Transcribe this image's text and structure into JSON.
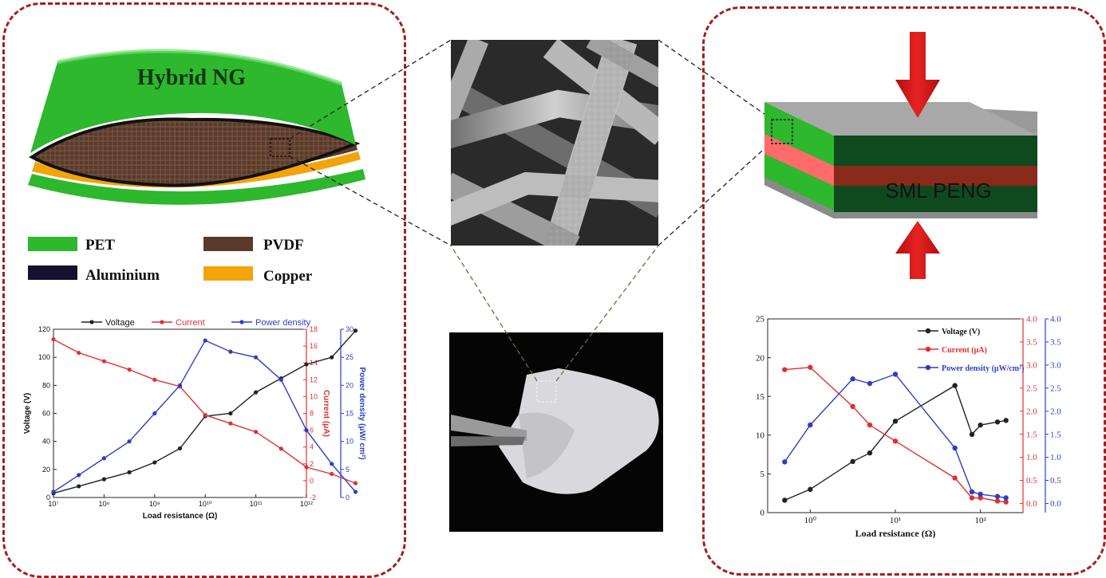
{
  "hybrid_ng": {
    "title": "Hybrid NG",
    "legend": [
      {
        "label": "PET",
        "color": "#2db82d"
      },
      {
        "label": "PVDF",
        "color": "#5a3a2a"
      },
      {
        "label": "Aluminium",
        "color": "#14122e"
      },
      {
        "label": "Copper",
        "color": "#f2a40a"
      }
    ]
  },
  "sml_peng": {
    "title": "SML PENG"
  },
  "chart_data": [
    {
      "type": "line",
      "legend": [
        "Voltage",
        "Current",
        "Power density"
      ],
      "xlabel": "Load resistance (Ω)",
      "ylabel_left": "Voltage (V)",
      "ylabel_right1": "Current (μA)",
      "ylabel_right2": "Power density (μW/ cm²)",
      "x_scale": "log",
      "x_ticks": [
        "10⁷",
        "10⁸",
        "10⁹",
        "10¹⁰",
        "10¹¹",
        "10¹²"
      ],
      "x_range": [
        7,
        12
      ],
      "ylim_left": [
        0,
        120
      ],
      "ylim_right1": [
        -2,
        18
      ],
      "ylim_right2": [
        0,
        30
      ],
      "y_ticks_left": [
        "0",
        "20",
        "40",
        "60",
        "80",
        "100",
        "120"
      ],
      "y_ticks_right1": [
        "-2",
        "0",
        "2",
        "4",
        "6",
        "8",
        "10",
        "12",
        "14",
        "16",
        "18"
      ],
      "y_ticks_right2": [
        "0",
        "5",
        "10",
        "15",
        "20",
        "25",
        "30"
      ],
      "series": [
        {
          "name": "Voltage",
          "color": "#222222",
          "axis": "left",
          "x": [
            7,
            7.5,
            8,
            8.5,
            9,
            9.5,
            10,
            10.5,
            11,
            11.5,
            12,
            12.5,
            12.97
          ],
          "y": [
            3,
            8,
            13,
            18,
            25,
            35,
            58,
            60,
            75,
            85,
            95,
            100,
            119
          ]
        },
        {
          "name": "Current",
          "color": "#e03030",
          "axis": "right1",
          "x": [
            7,
            7.5,
            8,
            8.5,
            9,
            9.5,
            10,
            10.5,
            11,
            11.5,
            12,
            12.5,
            12.97
          ],
          "y": [
            16.8,
            15.2,
            14.2,
            13.2,
            12,
            11.2,
            7.8,
            6.8,
            5.8,
            3.8,
            1.6,
            0.8,
            -0.3
          ]
        },
        {
          "name": "Power density",
          "color": "#2b3ec8",
          "axis": "right2",
          "x": [
            7,
            7.5,
            8,
            8.5,
            9,
            9.5,
            10,
            10.5,
            11,
            11.5,
            12,
            12.5,
            12.97
          ],
          "y": [
            1,
            4,
            7,
            10,
            15,
            20,
            28,
            26,
            25,
            21,
            12,
            6,
            1
          ]
        }
      ]
    },
    {
      "type": "line",
      "legend": [
        "Voltage (V)",
        "Current (μA)",
        "Power density (μW/cm²)"
      ],
      "xlabel": "Load resistance (Ω)",
      "x_scale": "log",
      "x_ticks": [
        "10⁰",
        "10¹",
        "10²"
      ],
      "x_range": [
        -0.5,
        2.5
      ],
      "ylim_left": [
        0,
        25
      ],
      "ylim_right1": [
        -0.2,
        4.0
      ],
      "ylim_right2": [
        -0.2,
        4.0
      ],
      "y_ticks_left": [
        "0",
        "5",
        "10",
        "15",
        "20",
        "25"
      ],
      "y_ticks_right1": [
        "0.0",
        "0.5",
        "1.0",
        "1.5",
        "2.0",
        "2.5",
        "3.0",
        "3.5",
        "4.0"
      ],
      "y_ticks_right2": [
        "0.0",
        "0.5",
        "1.0",
        "1.5",
        "2.0",
        "2.5",
        "3.0",
        "3.5",
        "4.0"
      ],
      "series": [
        {
          "name": "Voltage (V)",
          "color": "#222222",
          "axis": "left",
          "x": [
            -0.3,
            0,
            0.5,
            0.7,
            1,
            1.7,
            1.9,
            2.0,
            2.2,
            2.3
          ],
          "y": [
            1.6,
            3,
            6.6,
            7.7,
            11.8,
            16.4,
            10.1,
            11.3,
            11.7,
            11.9
          ]
        },
        {
          "name": "Current (μA)",
          "color": "#e03030",
          "axis": "right1",
          "x": [
            -0.3,
            0,
            0.5,
            0.7,
            1,
            1.7,
            1.9,
            2.0,
            2.2,
            2.3
          ],
          "y": [
            2.9,
            2.95,
            2.1,
            1.7,
            1.35,
            0.55,
            0.12,
            0.12,
            0.05,
            0.03
          ]
        },
        {
          "name": "Power density (μW/cm²)",
          "color": "#2b3ec8",
          "axis": "right2",
          "x": [
            -0.3,
            0,
            0.5,
            0.7,
            1,
            1.7,
            1.9,
            2.0,
            2.2,
            2.3
          ],
          "y": [
            0.9,
            1.7,
            2.7,
            2.6,
            2.8,
            1.2,
            0.25,
            0.2,
            0.15,
            0.12
          ]
        }
      ]
    }
  ]
}
